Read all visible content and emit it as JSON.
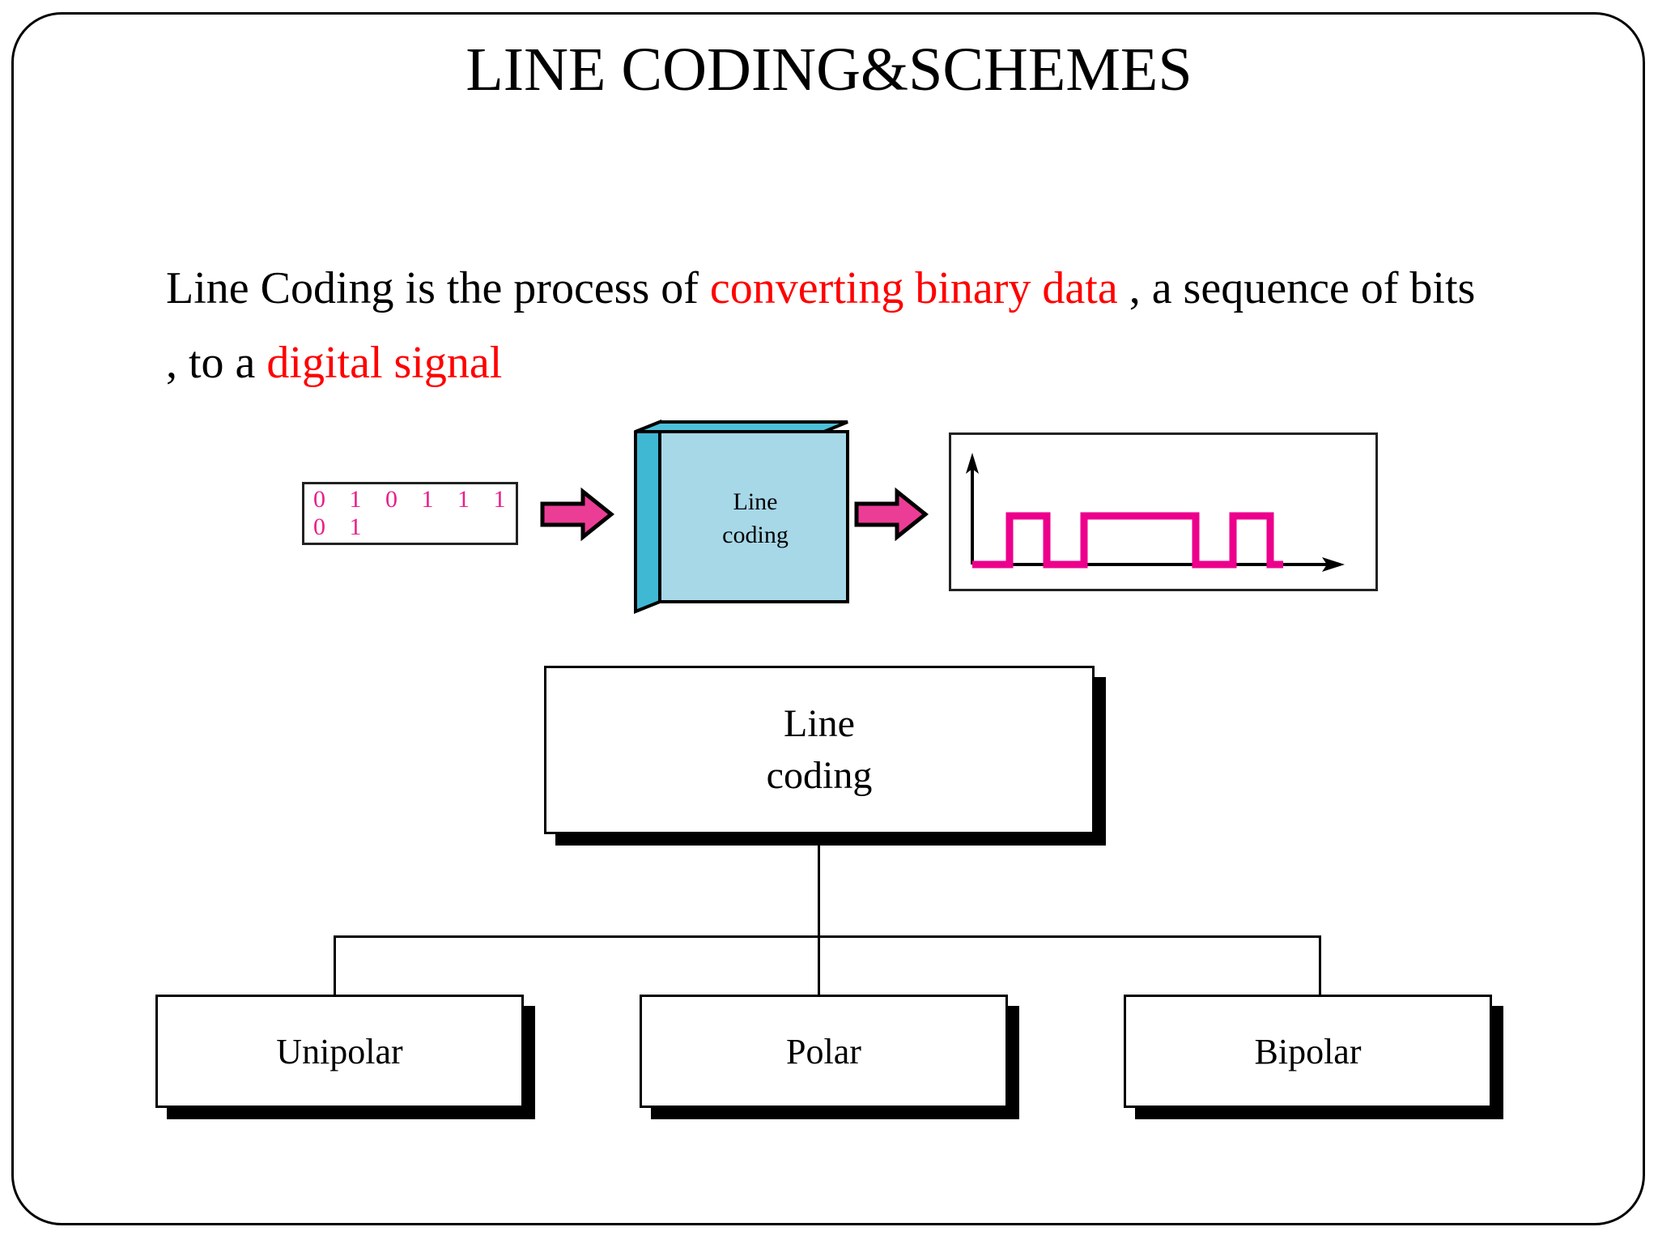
{
  "slide": {
    "title": "LINE CODING&SCHEMES",
    "background_color": "#ffffff",
    "frame_color": "#000000"
  },
  "body": {
    "segment_1": "Line Coding is the process of ",
    "segment_2_highlight": "converting binary data",
    "segment_3": " , a sequence of bits , to a ",
    "segment_4_highlight": "digital signal",
    "highlight_color": "#ff0000",
    "text_color": "#000000"
  },
  "pipeline": {
    "binary_input": {
      "value": "0 1 0 1 1 1 0 1",
      "text_color": "#e91e8c",
      "border_color": "#222222"
    },
    "arrow_1": {
      "icon": "right-arrow-icon",
      "fill": "#ec3d96",
      "stroke": "#000000"
    },
    "arrow_2": {
      "icon": "right-arrow-icon",
      "fill": "#ec3d96",
      "stroke": "#000000"
    },
    "coding_block": {
      "label_line_1": "Line",
      "label_line_2": "coding",
      "front_face_color": "#a7d8e8",
      "side_face_color": "#3fb8d4",
      "top_face_color": "#4cc0d8",
      "edge_color": "#000000"
    },
    "signal_box": {
      "waveform_color": "#ec008c",
      "axis_color": "#000000",
      "border_color": "#222222",
      "bits": [
        0,
        1,
        0,
        1,
        1,
        1,
        0,
        1
      ]
    }
  },
  "hierarchy": {
    "root": {
      "label_line_1": "Line",
      "label_line_2": "coding"
    },
    "children": [
      {
        "label": "Unipolar"
      },
      {
        "label": "Polar"
      },
      {
        "label": "Bipolar"
      }
    ],
    "box_fill": "#ffffff",
    "box_border": "#000000",
    "shadow_color": "#000000"
  }
}
